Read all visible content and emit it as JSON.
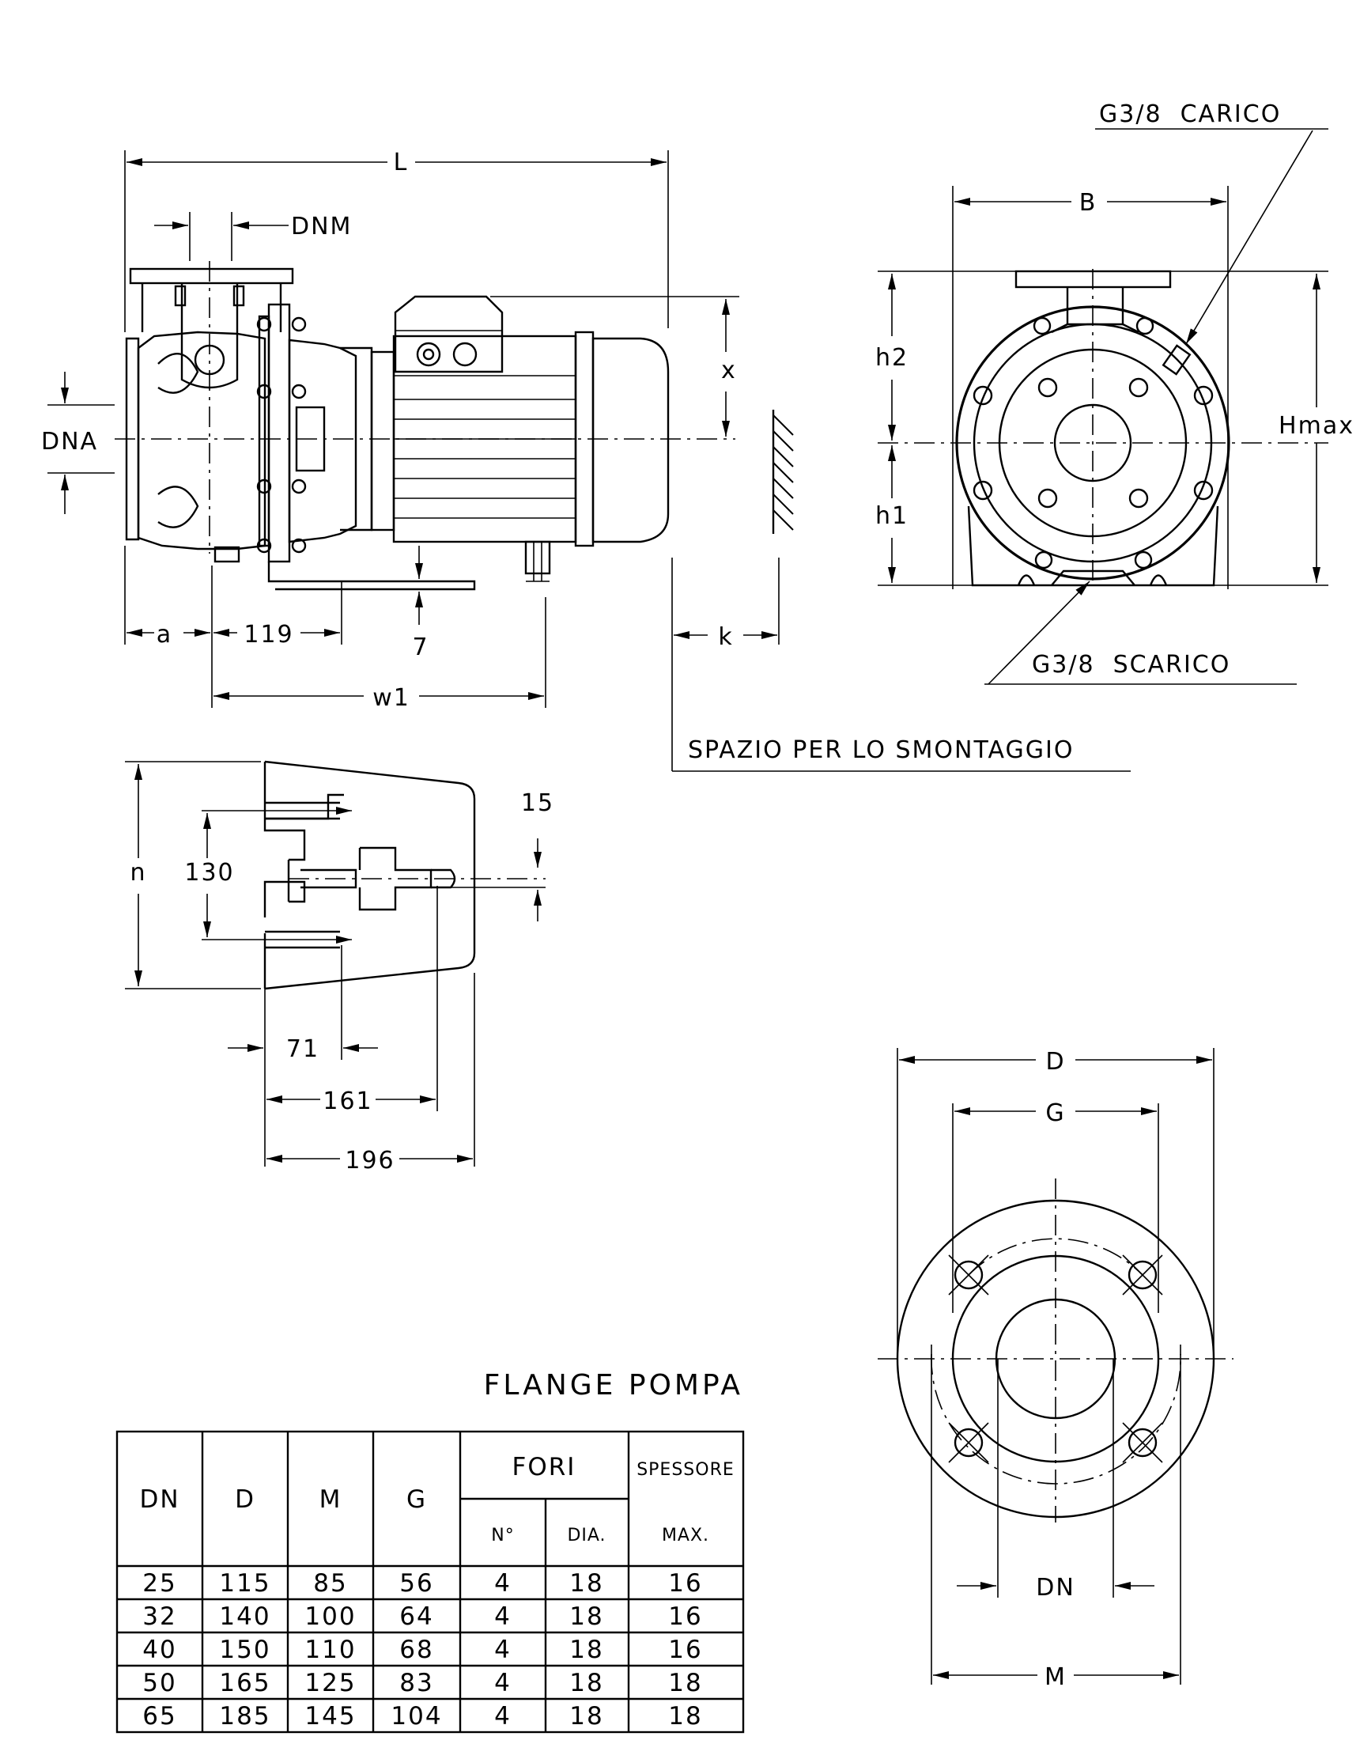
{
  "labels": {
    "L": "L",
    "DNM": "DNM",
    "DNA": "DNA",
    "x": "x",
    "a": "a",
    "dim_119": "119",
    "dim_7": "7",
    "w1": "w1",
    "k": "k",
    "B": "B",
    "h2": "h2",
    "h1": "h1",
    "Hmax": "Hmax",
    "carico": "G3/8  CARICO",
    "scarico": "G3/8  SCARICO",
    "spazio": "SPAZIO PER LO SMONTAGGIO",
    "n": "n",
    "dim_130": "130",
    "dim_15": "15",
    "dim_71": "71",
    "dim_161": "161",
    "dim_196": "196",
    "D": "D",
    "G": "G",
    "DN": "DN",
    "M": "M"
  },
  "table": {
    "title": "FLANGE POMPA",
    "headers": {
      "dn": "DN",
      "d": "D",
      "m": "M",
      "g": "G",
      "fori": "FORI",
      "n": "N°",
      "dia": "DIA.",
      "spessore": "SPESSORE",
      "max": "MAX."
    },
    "rows": [
      [
        "25",
        "115",
        "85",
        "56",
        "4",
        "18",
        "16"
      ],
      [
        "32",
        "140",
        "100",
        "64",
        "4",
        "18",
        "16"
      ],
      [
        "40",
        "150",
        "110",
        "68",
        "4",
        "18",
        "16"
      ],
      [
        "50",
        "165",
        "125",
        "83",
        "4",
        "18",
        "18"
      ],
      [
        "65",
        "185",
        "145",
        "104",
        "4",
        "18",
        "18"
      ]
    ]
  }
}
